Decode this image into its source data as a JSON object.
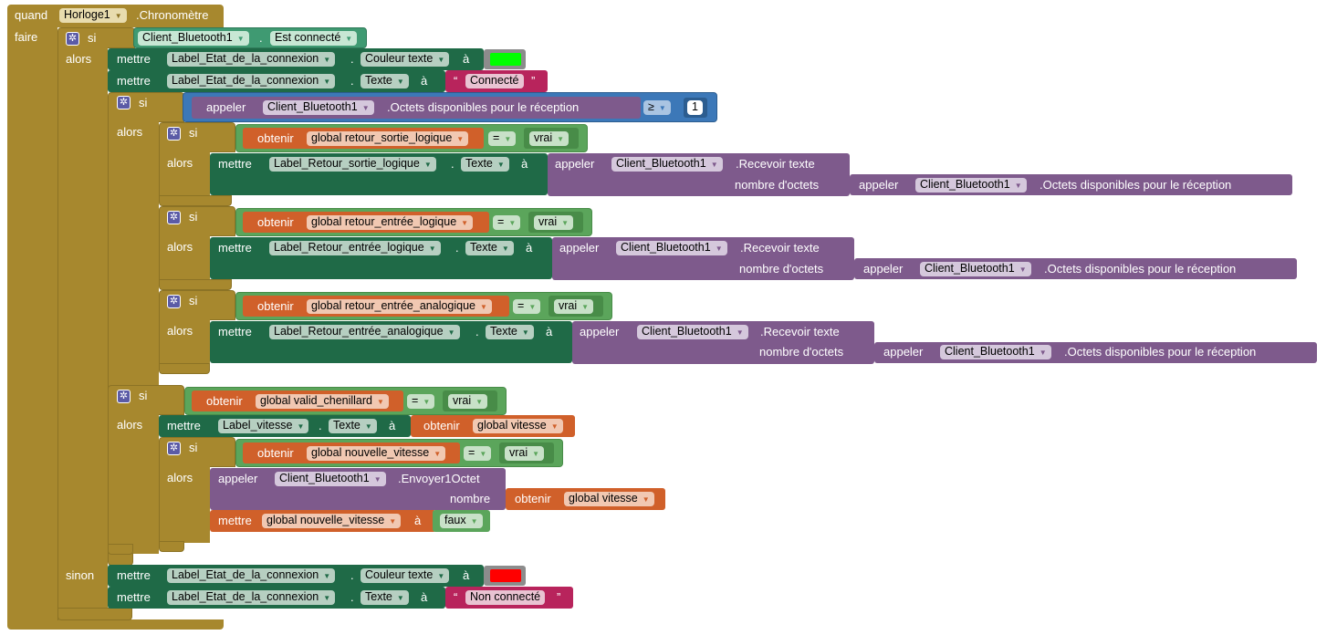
{
  "colors": {
    "control": "#a7882e",
    "control_dark": "#8c7325",
    "logic": "#5ba55b",
    "component_get": "#3f9a72",
    "component_set": "#1f6a47",
    "component_method": "#7e5a8c",
    "procedure_call": "#3c78b8",
    "variable": "#d0602a",
    "text": "#b8245c",
    "green_swatch": "#00ff00",
    "red_swatch": "#ff0000"
  },
  "labels": {
    "quand": "quand",
    "faire": "faire",
    "si": "si",
    "alors": "alors",
    "sinon": "sinon",
    "mettre": "mettre",
    "a": "à",
    "dot": ".",
    "appeler": "appeler",
    "obtenir": "obtenir",
    "nombre_octets": "nombre d'octets",
    "nombre": "nombre",
    "quote_open": "“",
    "quote_close": "”"
  },
  "event": {
    "component": "Horloge1",
    "event_name": ".Chronomètre"
  },
  "condition1": {
    "component": "Client_Bluetooth1",
    "property": "Est connecté"
  },
  "set_color_green": {
    "component": "Label_Etat_de_la_connexion",
    "property": "Couleur texte"
  },
  "set_text_connected": {
    "component": "Label_Etat_de_la_connexion",
    "property": "Texte",
    "value": "Connecté"
  },
  "bytes_check": {
    "component": "Client_Bluetooth1",
    "method": ".Octets disponibles pour le réception",
    "operator": "≥",
    "number": "1"
  },
  "if_sortie": {
    "variable": "global retour_sortie_logique",
    "operator": "=",
    "value": "vrai",
    "label": "Label_Retour_sortie_logique",
    "property": "Texte",
    "component": "Client_Bluetooth1",
    "receive": ".Recevoir texte",
    "bytes_method": ".Octets disponibles pour le réception"
  },
  "if_entree": {
    "variable": "global retour_entrée_logique",
    "operator": "=",
    "value": "vrai",
    "label": "Label_Retour_entrée_logique",
    "property": "Texte",
    "component": "Client_Bluetooth1",
    "receive": ".Recevoir texte",
    "bytes_method": ".Octets disponibles pour le réception"
  },
  "if_analog": {
    "variable": "global retour_entrée_analogique",
    "operator": "=",
    "value": "vrai",
    "label": "Label_Retour_entrée_analogique",
    "property": "Texte",
    "component": "Client_Bluetooth1",
    "receive": ".Recevoir texte",
    "bytes_method": ".Octets disponibles pour le réception"
  },
  "if_chenillard": {
    "variable": "global valid_chenillard",
    "operator": "=",
    "value": "vrai",
    "label": "Label_vitesse",
    "property": "Texte",
    "speed_var": "global vitesse"
  },
  "if_nouvelle": {
    "variable": "global nouvelle_vitesse",
    "operator": "=",
    "value": "vrai",
    "component": "Client_Bluetooth1",
    "method": ".Envoyer1Octet",
    "speed_var": "global vitesse",
    "set_var": "global nouvelle_vitesse",
    "false_value": "faux"
  },
  "else_color": {
    "component": "Label_Etat_de_la_connexion",
    "property": "Couleur texte"
  },
  "else_text": {
    "component": "Label_Etat_de_la_connexion",
    "property": "Texte",
    "value": "Non connecté"
  }
}
